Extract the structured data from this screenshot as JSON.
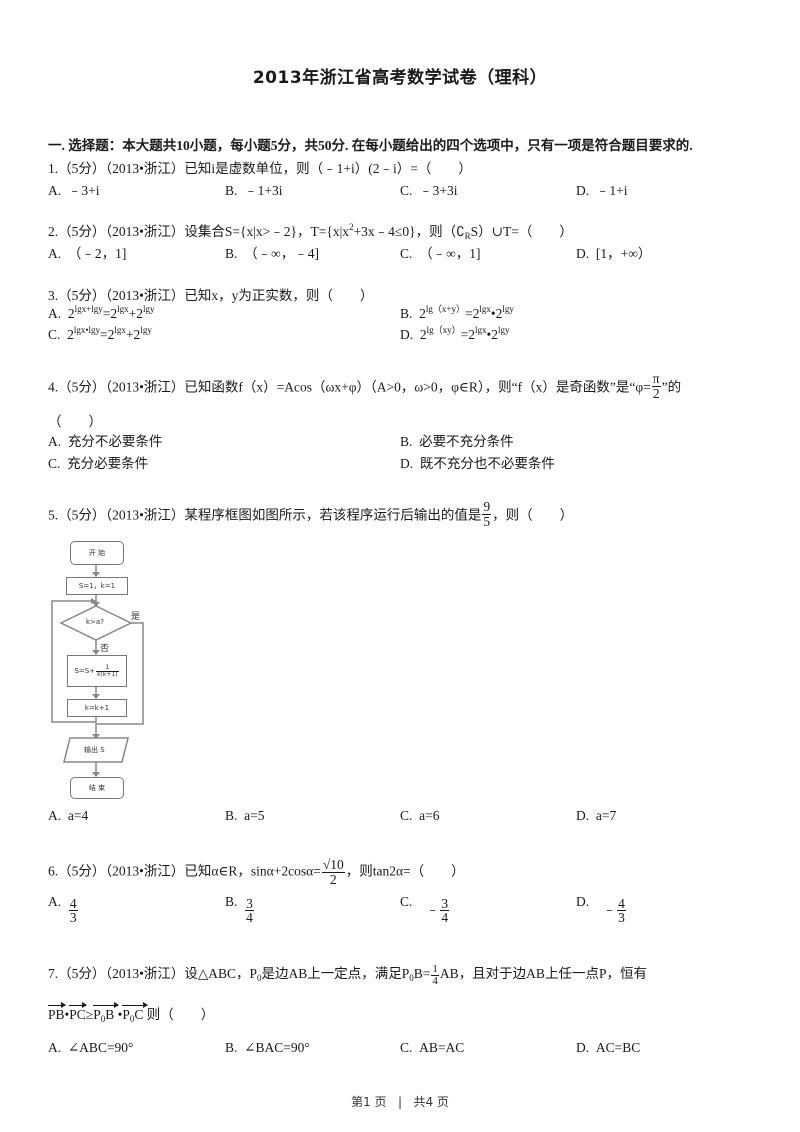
{
  "title": "2013年浙江省高考数学试卷（理科）",
  "section_heading": "一. 选择题：本大题共10小题，每小题5分，共50分. 在每小题给出的四个选项中，只有一项是符合题目要求的.",
  "questions": [
    {
      "number": "1.",
      "prefix": "（5分）（2013•浙江）",
      "stem": "已知i是虚数单位，则（﹣1+i）(2﹣i）=（　　）",
      "options": [
        {
          "label": "A.",
          "text": "﹣3+i"
        },
        {
          "label": "B.",
          "text": "﹣1+3i"
        },
        {
          "label": "C.",
          "text": "﹣3+3i"
        },
        {
          "label": "D.",
          "text": "﹣1+i"
        }
      ]
    },
    {
      "number": "2.",
      "prefix": "（5分）（2013•浙江）",
      "stem_a": "设集合S={x|x>﹣2}，T={x|x",
      "stem_sup": "2",
      "stem_b": "+3x﹣4≤0}，则（∁",
      "stem_sub": "R",
      "stem_c": "S）∪T=（　　）",
      "options": [
        {
          "label": "A.",
          "text": "（﹣2，1]"
        },
        {
          "label": "B.",
          "text": "（﹣∞，﹣4]"
        },
        {
          "label": "C.",
          "text": "（﹣∞，1]"
        },
        {
          "label": "D.",
          "text": "[1，+∞）"
        }
      ]
    },
    {
      "number": "3.",
      "prefix": "（5分）（2013•浙江）",
      "stem": "已知x，y为正实数，则（　　）",
      "options": [
        {
          "label": "A.",
          "base": "2",
          "exp1": "lgx+lgy",
          "mid": "=2",
          "exp2": "lgx",
          "mid2": "+2",
          "exp3": "lgy"
        },
        {
          "label": "B.",
          "base": "2",
          "exp1": "lg（x+y）",
          "mid": "=2",
          "exp2": "lgx",
          "mid2": "•2",
          "exp3": "lgy"
        },
        {
          "label": "C.",
          "base": "2",
          "exp1": "lgx•lgy",
          "mid": "=2",
          "exp2": "lgx",
          "mid2": "+2",
          "exp3": "lgy"
        },
        {
          "label": "D.",
          "base": "2",
          "exp1": "lg（xy）",
          "mid": "=2",
          "exp2": "lgx",
          "mid2": "•2",
          "exp3": "lgy"
        }
      ]
    },
    {
      "number": "4.",
      "prefix": "（5分）（2013•浙江）",
      "stem_a": "已知函数f（x）=Acos（ωx+φ）（A>0，ω>0，φ∈R），则“f（x）是奇函数”是“φ=",
      "frac_num": "π",
      "frac_den": "2",
      "stem_b": "”的",
      "blank": "（　　）",
      "options": [
        {
          "label": "A.",
          "text": "充分不必要条件"
        },
        {
          "label": "B.",
          "text": "必要不充分条件"
        },
        {
          "label": "C.",
          "text": "充分必要条件"
        },
        {
          "label": "D.",
          "text": "既不充分也不必要条件"
        }
      ]
    },
    {
      "number": "5.",
      "prefix": "（5分）（2013•浙江）",
      "stem_a": "某程序框图如图所示，若该程序运行后输出的值是",
      "frac_num": "9",
      "frac_den": "5",
      "stem_b": "，则（　　）",
      "flowchart": {
        "start": "开 始",
        "init": "S=1，k=1",
        "condition": "k>a?",
        "yes": "是",
        "no": "否",
        "update_s": "S=S+",
        "update_s_num": "1",
        "update_s_den": "k(k+1)",
        "update_k": "k=k+1",
        "output": "输出 S",
        "end": "结 束"
      },
      "options": [
        {
          "label": "A.",
          "text": "a=4"
        },
        {
          "label": "B.",
          "text": "a=5"
        },
        {
          "label": "C.",
          "text": "a=6"
        },
        {
          "label": "D.",
          "text": "a=7"
        }
      ]
    },
    {
      "number": "6.",
      "prefix": "（5分）（2013•浙江）",
      "stem_a": "已知α∈R，sinα+2cosα=",
      "frac_num": "√10",
      "frac_den": "2",
      "stem_b": "，则tan2α=（　　）",
      "options": [
        {
          "label": "A.",
          "sign": "",
          "num": "4",
          "den": "3"
        },
        {
          "label": "B.",
          "sign": "",
          "num": "3",
          "den": "4"
        },
        {
          "label": "C.",
          "sign": "﹣",
          "num": "3",
          "den": "4"
        },
        {
          "label": "D.",
          "sign": "﹣",
          "num": "4",
          "den": "3"
        }
      ]
    },
    {
      "number": "7.",
      "prefix": "（5分）（2013•浙江）",
      "stem_a": "设△ABC，P",
      "stem_sub": "0",
      "stem_b": "是边AB上一定点，满足",
      "p0b": "P",
      "p0b_sub": "0",
      "p0b_tail": "B=",
      "frac_num": "1",
      "frac_den": "4",
      "frac_tail": "AB",
      "stem_c": "，且对于边AB上任一点P，恒有",
      "line2": {
        "vec1": "PB",
        "dot": "•",
        "vec2": "PC",
        "geq": "≥",
        "vec3_a": "P",
        "vec3_sub": "0",
        "vec3_b": "B",
        "vec4_a": "P",
        "vec4_sub": "0",
        "vec4_b": "C",
        "tail": "则（　　）"
      },
      "options": [
        {
          "label": "A.",
          "text": "∠ABC=90°"
        },
        {
          "label": "B.",
          "text": "∠BAC=90°"
        },
        {
          "label": "C.",
          "text": "AB=AC"
        },
        {
          "label": "D.",
          "text": "AC=BC"
        }
      ]
    }
  ],
  "footer": {
    "page": "第1 页",
    "separator": "|",
    "total": "共4 页"
  }
}
